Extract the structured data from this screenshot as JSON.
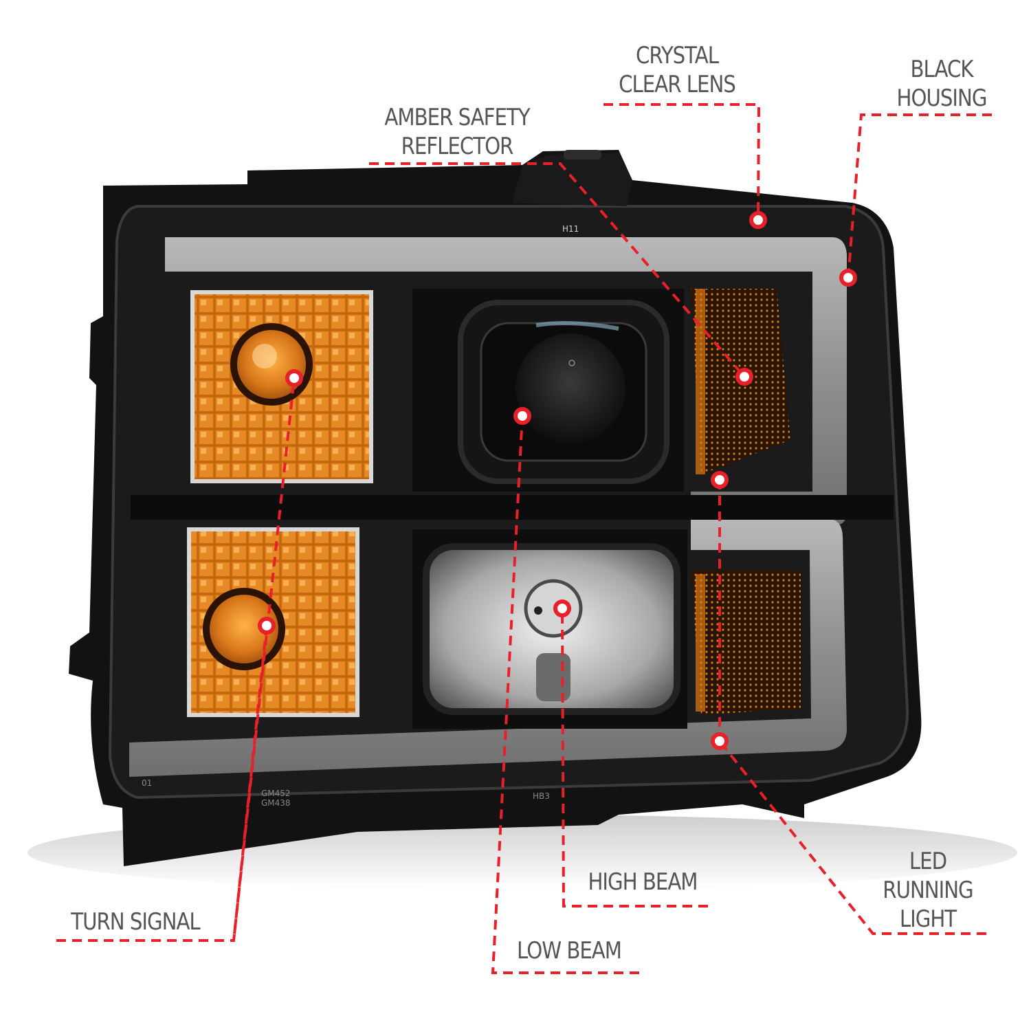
{
  "diagram": {
    "subject": "Projector headlight with LED running light bar, black housing",
    "accent_color": "#e8202a",
    "label_color": "#555555",
    "callouts": [
      {
        "id": "crystal-clear-lens",
        "lines": [
          "CRYSTAL",
          "CLEAR LENS"
        ]
      },
      {
        "id": "black-housing",
        "lines": [
          "BLACK",
          "HOUSING"
        ]
      },
      {
        "id": "amber-safety-reflector",
        "lines": [
          "AMBER SAFETY",
          "REFLECTOR"
        ]
      },
      {
        "id": "turn-signal",
        "lines": [
          "TURN SIGNAL"
        ]
      },
      {
        "id": "high-beam",
        "lines": [
          "HIGH BEAM"
        ]
      },
      {
        "id": "low-beam",
        "lines": [
          "LOW BEAM"
        ]
      },
      {
        "id": "led-running-light",
        "lines": [
          "LED",
          "RUNNING",
          "LIGHT"
        ]
      }
    ],
    "housing_markings": {
      "top_bulb_code": "H11",
      "bottom_code_1": "GM452",
      "bottom_code_2": "GM438",
      "bottom_code_3": "HB3",
      "left_code": "01"
    }
  }
}
